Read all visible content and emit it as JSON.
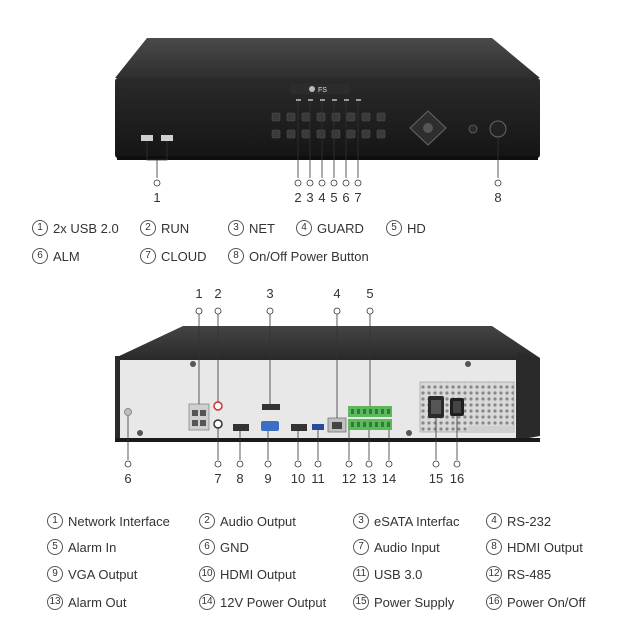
{
  "front": {
    "brand": "FS",
    "callouts": [
      "1",
      "2",
      "3",
      "4",
      "5",
      "6",
      "7",
      "8"
    ],
    "legend": [
      {
        "num": "1",
        "label": "2x USB 2.0"
      },
      {
        "num": "2",
        "label": "RUN"
      },
      {
        "num": "3",
        "label": "NET"
      },
      {
        "num": "4",
        "label": "GUARD"
      },
      {
        "num": "5",
        "label": "HD"
      },
      {
        "num": "6",
        "label": "ALM"
      },
      {
        "num": "7",
        "label": "CLOUD"
      },
      {
        "num": "8",
        "label": "On/Off Power Button"
      }
    ]
  },
  "rear": {
    "callouts": [
      "1",
      "2",
      "3",
      "4",
      "5",
      "6",
      "7",
      "8",
      "9",
      "10",
      "11",
      "12",
      "13",
      "14",
      "15",
      "16"
    ],
    "legend": [
      {
        "num": "1",
        "label": "Network Interface"
      },
      {
        "num": "2",
        "label": "Audio Output"
      },
      {
        "num": "3",
        "label": "eSATA Interfac"
      },
      {
        "num": "4",
        "label": "RS-232"
      },
      {
        "num": "5",
        "label": "Alarm In"
      },
      {
        "num": "6",
        "label": "GND"
      },
      {
        "num": "7",
        "label": "Audio Input"
      },
      {
        "num": "8",
        "label": "HDMI Output"
      },
      {
        "num": "9",
        "label": "VGA Output"
      },
      {
        "num": "10",
        "label": "HDMI Output"
      },
      {
        "num": "11",
        "label": "USB 3.0"
      },
      {
        "num": "12",
        "label": "RS-485"
      },
      {
        "num": "13",
        "label": "Alarm Out"
      },
      {
        "num": "14",
        "label": "12V Power Output"
      },
      {
        "num": "15",
        "label": "Power Supply"
      },
      {
        "num": "16",
        "label": "Power On/Off"
      }
    ]
  },
  "colors": {
    "chassis_top": "#3a3a3a",
    "chassis_front": "#1e1e1e",
    "rear_panel": "#e8e8e8",
    "terminal_green": "#5cb85c",
    "vga_blue": "#3a6fc4"
  }
}
